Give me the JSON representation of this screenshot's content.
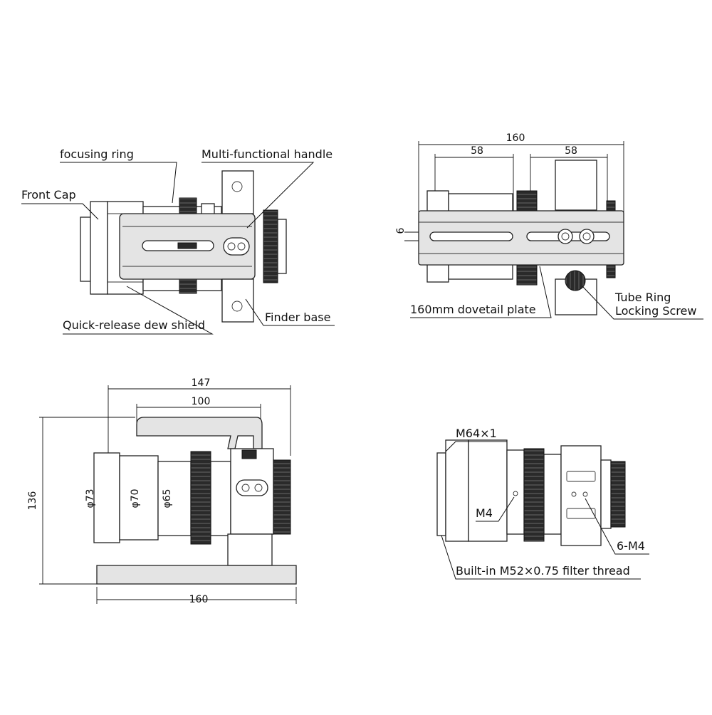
{
  "views": {
    "top": {
      "labels": {
        "focusing_ring": "focusing ring",
        "multifunctional_handle": "Multi-functional handle",
        "front_cap": "Front Cap",
        "quick_release_dew_shield": "Quick-release dew shield",
        "finder_base": "Finder base"
      }
    },
    "bottom": {
      "dims": {
        "overall": "160",
        "left_span": "58",
        "right_span": "58",
        "slot_width": "6"
      },
      "labels": {
        "dovetail_plate": "160mm dovetail plate",
        "tube_ring_line1": "Tube Ring",
        "tube_ring_line2": "Locking Screw"
      }
    },
    "side": {
      "dims": {
        "length": "147",
        "handle": "100",
        "height": "136",
        "plate": "160",
        "d73": "φ73",
        "d70": "φ70",
        "d65": "φ65"
      }
    },
    "rear": {
      "labels": {
        "m64": "M64×1",
        "m4": "M4",
        "six_m4": "6-M4",
        "filter_thread": "Built-in M52×0.75 filter thread"
      }
    }
  },
  "colors": {
    "line": "#222222",
    "ring": "#2a2a2a",
    "shade": "#e4e4e4"
  }
}
